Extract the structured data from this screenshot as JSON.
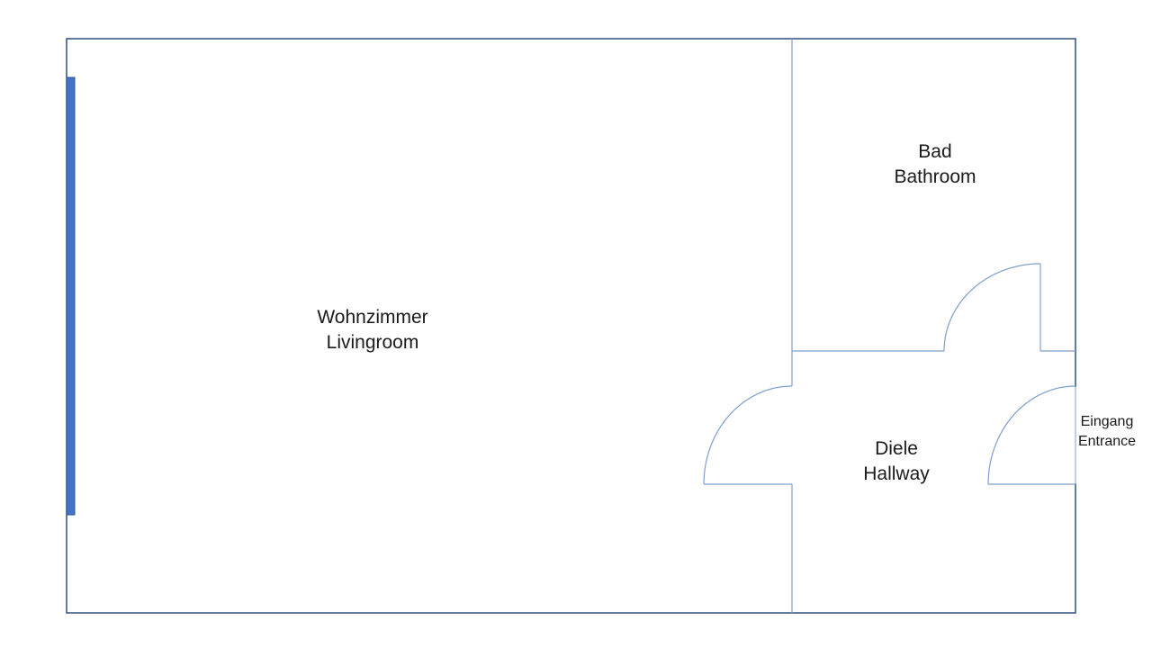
{
  "colors": {
    "wall": "#2f4f7f",
    "inner_line": "#7f9fcf",
    "window": "#4472c4",
    "text": "#1a1a1a"
  },
  "rooms": {
    "living": {
      "name_de": "Wohnzimmer",
      "name_en": "Livingroom"
    },
    "bath": {
      "name_de": "Bad",
      "name_en": "Bathroom"
    },
    "hall": {
      "name_de": "Diele",
      "name_en": "Hallway"
    },
    "entrance": {
      "name_de": "Eingang",
      "name_en": "Entrance"
    }
  }
}
